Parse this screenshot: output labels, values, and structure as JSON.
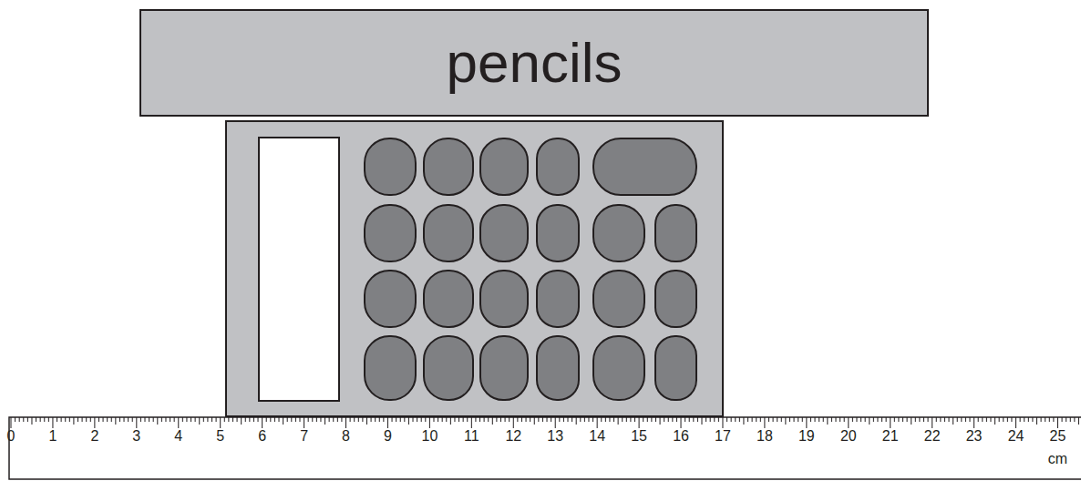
{
  "diagram": {
    "nodes": [
      {
        "text": [
          "pencils"
        ]
      }
    ],
    "labels": [
      "0",
      "1",
      "2",
      "3",
      "4",
      "5",
      "6",
      "7",
      "8",
      "9",
      "10",
      "11",
      "12",
      "13",
      "14",
      "15",
      "16",
      "17",
      "18",
      "19",
      "20",
      "21",
      "22",
      "23",
      "24",
      "25",
      "cm"
    ]
  }
}
